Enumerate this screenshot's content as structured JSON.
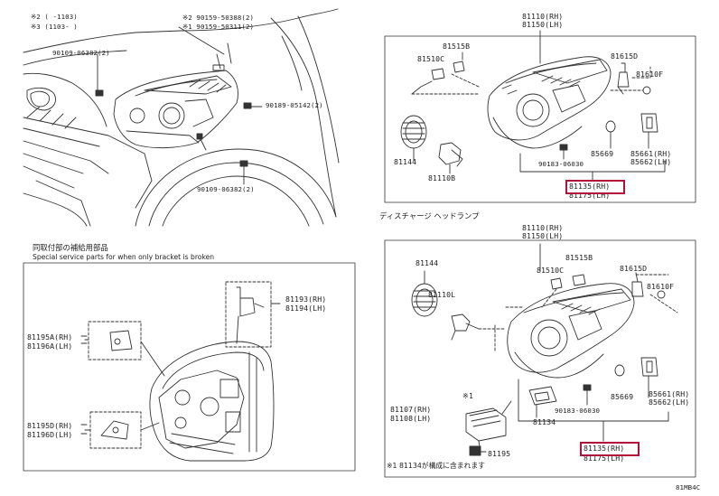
{
  "top_left": {
    "note_1": "※2 (    -1103)",
    "note_2": "※3 (1103-    )",
    "bolt_1a": "※2 90159-50388(2)",
    "bolt_1b": "※1 90159-50311(2)",
    "clip_upper": "90109-06382(2)",
    "nut_right": "90189-05142(2)",
    "clip_lower": "90109-06382(2)"
  },
  "top_right": {
    "header_rh": "81110(RH)",
    "header_lh": "81150(LH)",
    "p81515b": "81515B",
    "p81510c": "81510C",
    "p81615d": "81615D",
    "p81610f": "81610F",
    "p81144": "81144",
    "p81110b": "81110B",
    "p90183": "90183-06030",
    "p85669": "85669",
    "p85661": "85661(RH)",
    "p85662": "85662(LH)",
    "p81135": "81135(RH)",
    "p81175": "81175(LH)"
  },
  "bottom_left": {
    "title_jp": "同取付部の補給用部品",
    "title_en": "Special service parts for when only bracket is broken",
    "p81193": "81193(RH)",
    "p81194": "81194(LH)",
    "p81195a": "81195A(RH)",
    "p81196a": "81196A(LH)",
    "p81195d": "81195D(RH)",
    "p81196d": "81196D(LH)"
  },
  "bottom_right": {
    "title": "ディスチャージ ヘッドランプ",
    "header_rh": "81110(RH)",
    "header_lh": "81150(LH)",
    "p81144": "81144",
    "p81515b": "81515B",
    "p81510c": "81510C",
    "p81615d": "81615D",
    "p81610f": "81610F",
    "p81110l": "81110L",
    "note_mark": "※1",
    "p81107": "81107(RH)",
    "p81108": "81108(LH)",
    "p81134": "81134",
    "p85669": "85669",
    "p85661": "85661(RH)",
    "p85662": "85662(LH)",
    "p90183": "90183-06030",
    "p81195": "81195",
    "p81135": "81135(RH)",
    "p81175": "81175(LH)",
    "footnote": "※1 81134が構成に含まれます"
  },
  "figure_id": "81MB4C",
  "colors": {
    "highlight": "#b0123a",
    "line": "#333333"
  }
}
